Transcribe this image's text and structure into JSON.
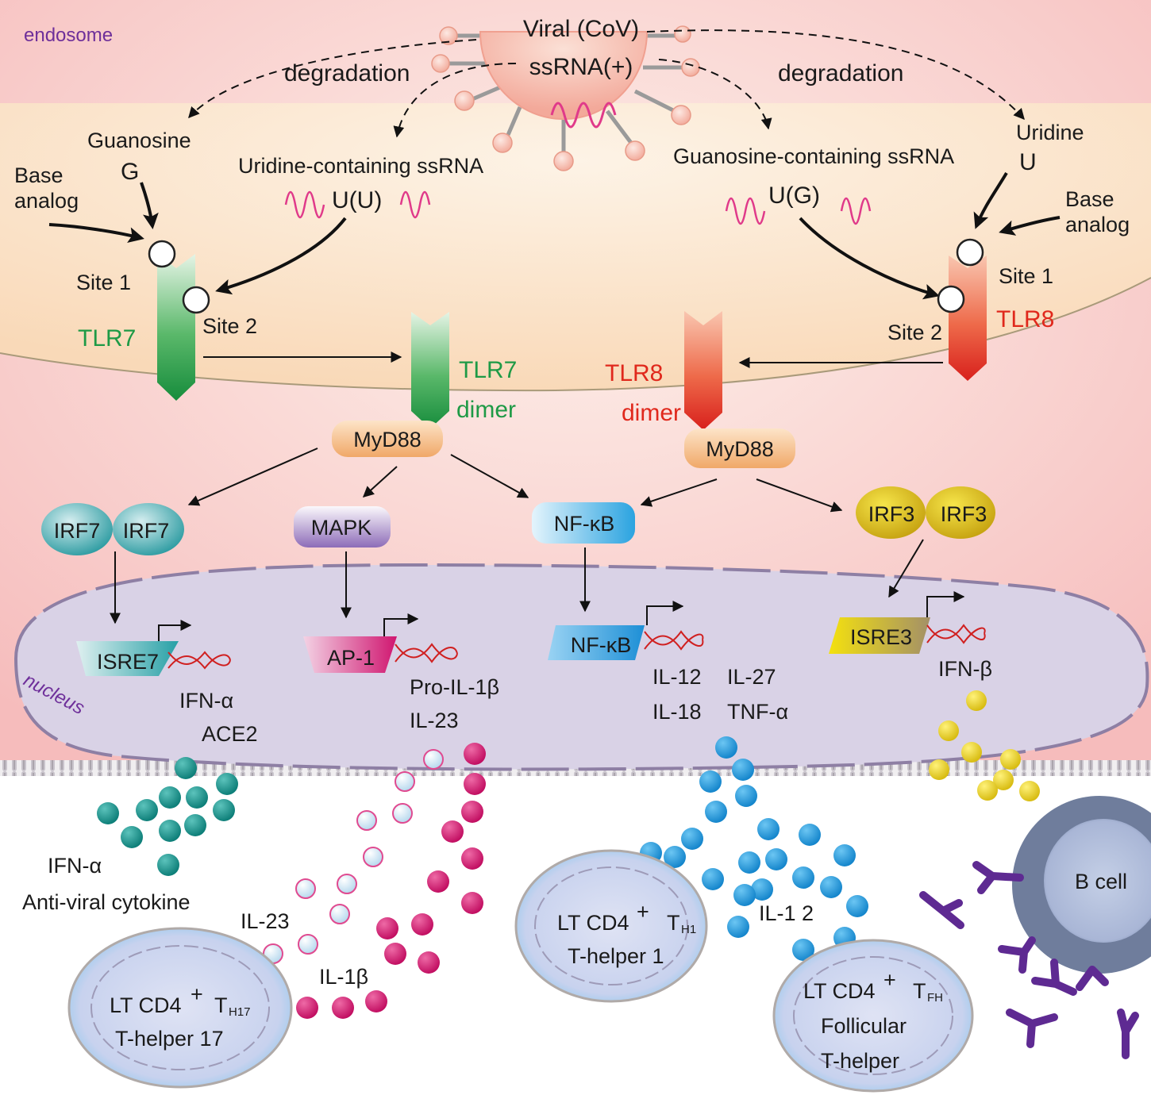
{
  "labels": {
    "endosome": "endosome",
    "nucleus": "nucleus",
    "viral_line1": "Viral (CoV)",
    "viral_line2": "ssRNA(+)",
    "degradation_left": "degradation",
    "degradation_right": "degradation",
    "guanosine": "Guanosine",
    "guanosine_letter": "G",
    "uridine": "Uridine",
    "uridine_letter": "U",
    "base_analog_left_1": "Base",
    "base_analog_left_2": "analog",
    "base_analog_right_1": "Base",
    "base_analog_right_2": "analog",
    "uridine_ssrna": "Uridine-containing ssRNA",
    "uu": "U(U)",
    "guanosine_ssrna": "Guanosine-containing ssRNA",
    "ug": "U(G)",
    "site1_left": "Site 1",
    "site2_left": "Site 2",
    "site1_right": "Site 1",
    "site2_right": "Site 2",
    "tlr7": "TLR7",
    "tlr7_dimer_1": "TLR7",
    "tlr7_dimer_2": "dimer",
    "tlr8": "TLR8",
    "tlr8_dimer_1": "TLR8",
    "tlr8_dimer_2": "dimer",
    "myd88_left": "MyD88",
    "myd88_right": "MyD88",
    "irf7_a": "IRF7",
    "irf7_b": "IRF7",
    "mapk": "MAPK",
    "nfkb_cyto": "NF-κB",
    "irf3_a": "IRF3",
    "irf3_b": "IRF3",
    "isre7": "ISRE7",
    "ap1": "AP-1",
    "nfkb_nuc": "NF-κB",
    "isre3": "ISRE3",
    "ifn_alpha": "IFN-α",
    "ace2": "ACE2",
    "pro_il1b": "Pro-IL-1β",
    "il23_nuc": "IL-23",
    "il12": "IL-12",
    "il18": "IL-18",
    "il27": "IL-27",
    "tnfa": "TNF-α",
    "ifn_beta": "IFN-β",
    "ifn_alpha_out": "IFN-α",
    "antiviral": "Anti-viral cytokine",
    "il23_out": "IL-23",
    "il1b_out": "IL-1β",
    "il12_out": "IL-1 2",
    "th17_line1": "LT CD4",
    "th17_plus": "+",
    "th17_sub": "H17",
    "th17_line2": "T-helper 17",
    "th1_line1": "LT CD4",
    "th1_plus": "+",
    "th1_sub": "H1",
    "th1_line2": "T-helper 1",
    "tfh_line1": "LT CD4",
    "tfh_plus": "+",
    "tfh_sub": "FH",
    "tfh_line2": "Follicular",
    "tfh_line3": "T-helper",
    "bcell": "B cell",
    "t_letter": "T"
  },
  "colors": {
    "tlr7": "#1e9a46",
    "tlr8": "#e0281c",
    "ifn_alpha_dots": "#12918a",
    "il_magenta": "#d6136e",
    "il12_blue": "#1a97dc",
    "ifn_beta_yellow": "#e8d21a",
    "antibody": "#5e2a92",
    "label_purple": "#6e2f9a"
  }
}
